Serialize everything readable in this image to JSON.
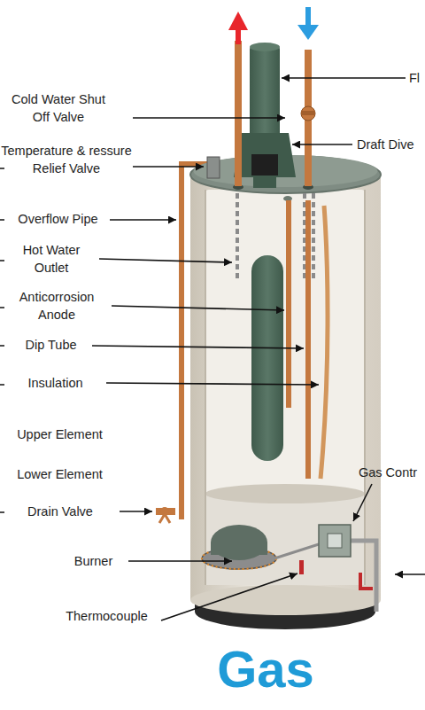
{
  "diagram": {
    "caption": "Gas",
    "labels": [
      "Fl",
      "Cold Water Shut Off Valve",
      "Draft Dive",
      "Temperature & ressure Relief Valve",
      "Overflow Pipe",
      "Hot Water Outlet",
      "Anticorrosion Anode",
      "Dip Tube",
      "Insulation",
      "Upper Element",
      "Lower Element",
      "Gas Contr",
      "Drain Valve",
      "Burner",
      "Thermocouple"
    ]
  }
}
